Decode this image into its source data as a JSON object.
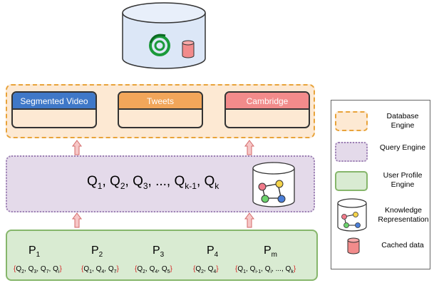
{
  "diagram": {
    "database_layer": {
      "cards": [
        {
          "label": "Segmented Video",
          "color": "#3f78c8"
        },
        {
          "label": "Tweets",
          "color": "#f2a65a"
        },
        {
          "label": "Cambridge",
          "color": "#f28b8b"
        }
      ]
    },
    "query_layer": {
      "q_items": [
        {
          "base": "Q",
          "sub": "1",
          "sep": ", "
        },
        {
          "base": "Q",
          "sub": "2",
          "sep": ", "
        },
        {
          "base": "Q",
          "sub": "3",
          "sep": ", ..., "
        },
        {
          "base": "Q",
          "sub": "k-1",
          "sep": ", "
        },
        {
          "base": "Q",
          "sub": "k",
          "sep": ""
        }
      ]
    },
    "user_layer": {
      "profiles": [
        {
          "base": "P",
          "sub": "1",
          "set": [
            {
              "b": "Q",
              "s": "2"
            },
            {
              "b": "Q",
              "s": "3"
            },
            {
              "b": "Q",
              "s": "7"
            },
            {
              "b": "Q",
              "s": "i"
            }
          ]
        },
        {
          "base": "P",
          "sub": "2",
          "set": [
            {
              "b": "Q",
              "s": "1"
            },
            {
              "b": "Q",
              "s": "4"
            },
            {
              "b": "Q",
              "s": "7"
            }
          ]
        },
        {
          "base": "P",
          "sub": "3",
          "set": [
            {
              "b": "Q",
              "s": "2"
            },
            {
              "b": "Q",
              "s": "4"
            },
            {
              "b": "Q",
              "s": "5"
            }
          ]
        },
        {
          "base": "P",
          "sub": "4",
          "set": [
            {
              "b": "Q",
              "s": "2"
            },
            {
              "b": "Q",
              "s": "4"
            }
          ]
        },
        {
          "base": "P",
          "sub": "m",
          "set": [
            {
              "b": "Q",
              "s": "1"
            },
            {
              "b": "Q",
              "s": "i-1"
            },
            {
              "b": "Q",
              "s": "i"
            },
            {
              "b": "...",
              "s": ""
            },
            {
              "b": "Q",
              "s": "k"
            }
          ]
        }
      ]
    }
  },
  "legend": {
    "database_engine": "Database Engine",
    "query_engine": "Query Engine",
    "user_profile_engine": "User Profile Engine",
    "knowledge_representation": "Knowledge Representation",
    "cached_data": "Cached data"
  },
  "colors": {
    "database_fill": "#fde9d3",
    "database_border": "#e8a33a",
    "query_fill": "#e4daea",
    "query_border": "#9b7fb3",
    "user_fill": "#d9ebd2",
    "user_border": "#86b66b",
    "brace": "#d62a2a",
    "arrow_fill": "#f6c7c7",
    "arrow_stroke": "#d46a6a"
  }
}
